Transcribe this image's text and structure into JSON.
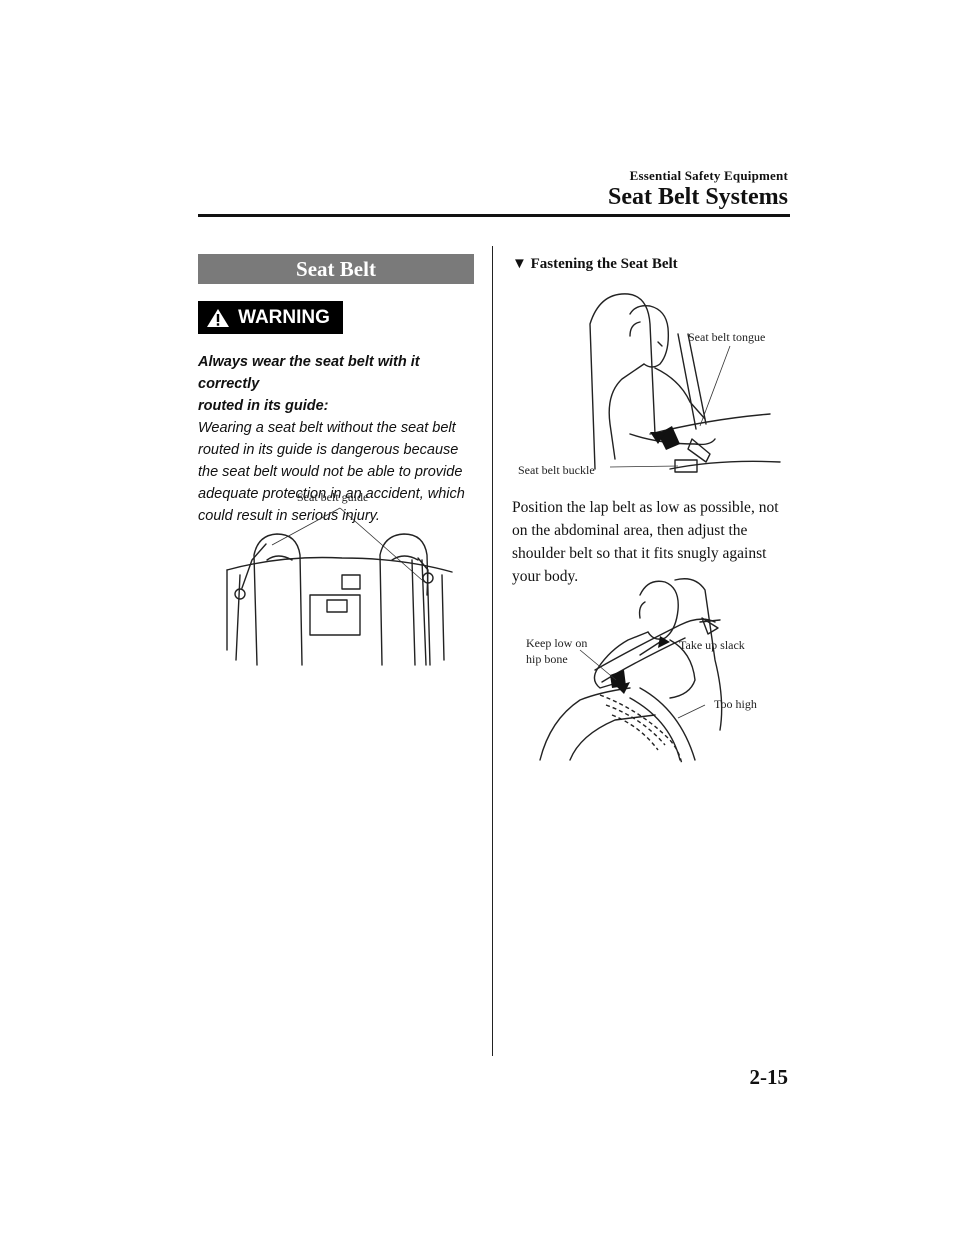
{
  "header": {
    "section": "Essential Safety Equipment",
    "title": "Seat Belt Systems"
  },
  "left": {
    "section_title": "Seat Belt",
    "warning_label": "WARNING",
    "warning_heading_lines": [
      "Always wear the seat belt with it correctly",
      "routed in its guide:"
    ],
    "warning_body_lines": [
      "Wearing a seat belt without the seat belt",
      "routed in its guide is dangerous because",
      "the seat belt would not be able to provide",
      "adequate protection in an accident, which",
      "could result in serious injury."
    ],
    "figure_label": "Seat belt guide"
  },
  "right": {
    "subheading": "Fastening the Seat Belt",
    "fig1_labels": {
      "tongue": "Seat belt tongue",
      "buckle": "Seat belt buckle"
    },
    "body_lines": [
      "Position the lap belt as low as possible, not",
      "on the abdominal area, then adjust the",
      "shoulder belt so that it fits snugly against",
      "your body."
    ],
    "fig2_labels": {
      "keep_low_1": "Keep low on",
      "keep_low_2": "hip bone",
      "take_up": "Take up slack",
      "too_high": "Too high"
    }
  },
  "footer": {
    "page_number": "2-15"
  },
  "icons": [
    "warning-triangle-icon",
    "triangle-down-icon"
  ]
}
